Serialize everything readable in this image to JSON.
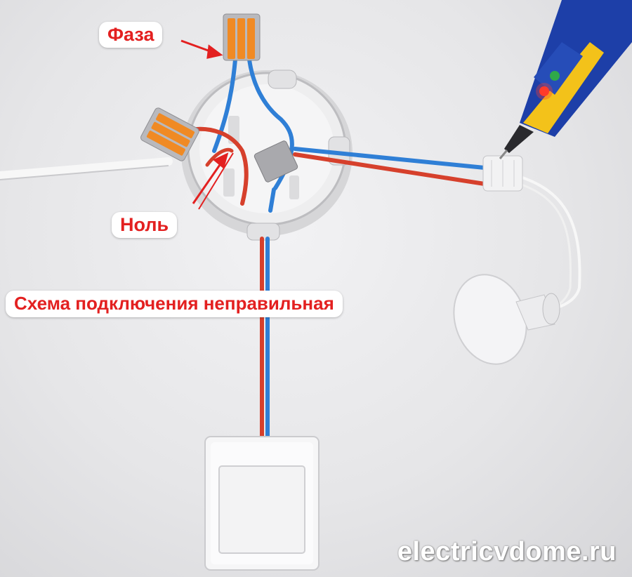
{
  "labels": {
    "phase": "Фаза",
    "neutral": "Ноль",
    "caption": "Схема подключения неправильная"
  },
  "watermark": "electricvdome.ru",
  "colors": {
    "wire_blue": "#2f7fd6",
    "wire_red": "#d6402c",
    "label_text": "#e32020",
    "connector_orange": "#f08a24",
    "tester_blue": "#1d3fa8",
    "tester_yellow": "#f3c21a"
  }
}
